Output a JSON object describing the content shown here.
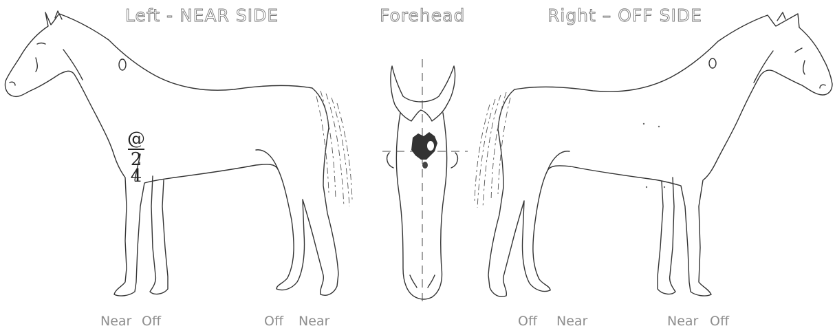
{
  "headings": {
    "left": "Left - NEAR SIDE",
    "center": "Forehead",
    "right": "Right – OFF SIDE"
  },
  "leg_labels": {
    "left_front_near": "Near",
    "left_front_off": "Off",
    "left_rear_off": "Off",
    "left_rear_near": "Near",
    "right_rear_off": "Off",
    "right_rear_near": "Near",
    "right_front_near": "Near",
    "right_front_off": "Off"
  },
  "annotation": {
    "neck_mark": "@",
    "fraction_top": "2",
    "fraction_bottom": "4"
  },
  "colors": {
    "line": "#333333",
    "heading_outline": "#7a7a7a",
    "legend_text": "#8e8e8e",
    "forehead_marking": "#333333"
  }
}
